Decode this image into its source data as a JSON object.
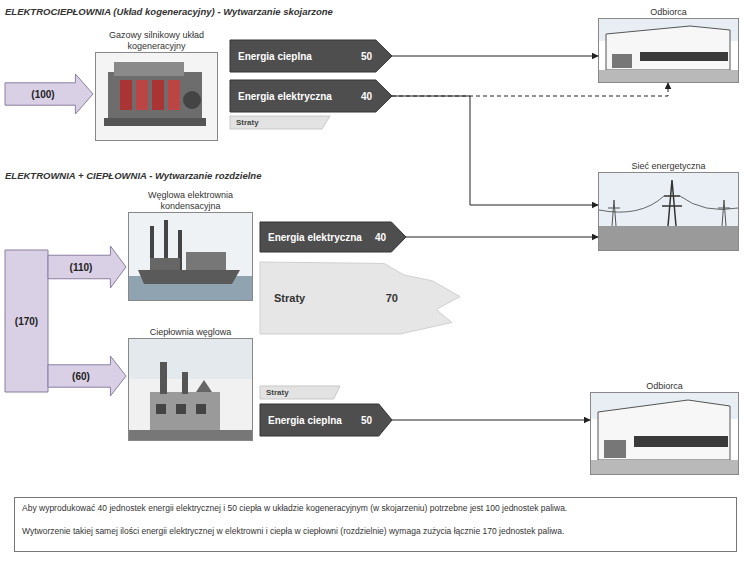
{
  "diagram": {
    "nodes": [
      {
        "text": [
          "(100)"
        ]
      },
      {
        "text": [
          "Gazowy silnikowy układ kogeneracyjny"
        ]
      },
      {
        "text": [
          "Energia cieplna",
          "50"
        ]
      },
      {
        "text": [
          "Energia elektryczna",
          "40"
        ]
      },
      {
        "text": [
          "Straty"
        ]
      },
      {
        "text": [
          "Odbiorca"
        ]
      },
      {
        "text": [
          "Sieć energetyczna"
        ]
      },
      {
        "text": [
          "(170)"
        ]
      },
      {
        "text": [
          "(110)"
        ]
      },
      {
        "text": [
          "(60)"
        ]
      },
      {
        "text": [
          "Węglowa elektrownia kondensacyjna"
        ]
      },
      {
        "text": [
          "Energia elektryczna",
          "40"
        ]
      },
      {
        "text": [
          "Straty",
          "70"
        ]
      },
      {
        "text": [
          "Ciepłownia węglowa"
        ]
      },
      {
        "text": [
          "Straty"
        ]
      },
      {
        "text": [
          "Energia cieplna",
          "50"
        ]
      },
      {
        "text": [
          "Odbiorca"
        ]
      }
    ],
    "edges": [
      {
        "from": 2,
        "to": 5,
        "arrow": "to"
      },
      {
        "from": 3,
        "to": 5,
        "arrow": "to"
      },
      {
        "from": 3,
        "to": 6,
        "arrow": "to"
      },
      {
        "from": 11,
        "to": 6,
        "arrow": "to"
      },
      {
        "from": 15,
        "to": 16,
        "arrow": "to"
      }
    ],
    "labels": [
      "ELEKTROCIEPŁOWNIA (Układ kogeneracyjny) - Wytwarzanie skojarzone",
      "ELEKTROWNIA + CIEPŁOWNIA - Wytwarzanie rozdzielne",
      "Aby wyprodukować 40 jednostek energii elektrycznej i 50 ciepła w układzie kogeneracyjnym (w skojarzeniu) potrzebne jest 100 jednostek paliwa.",
      "Wytworzenie takiej samej ilości energii elektrycznej w elektrowni i ciepła w ciepłowni (rozdzielnie) wymaga zużycia łącznie 170 jednostek paliwa."
    ]
  }
}
